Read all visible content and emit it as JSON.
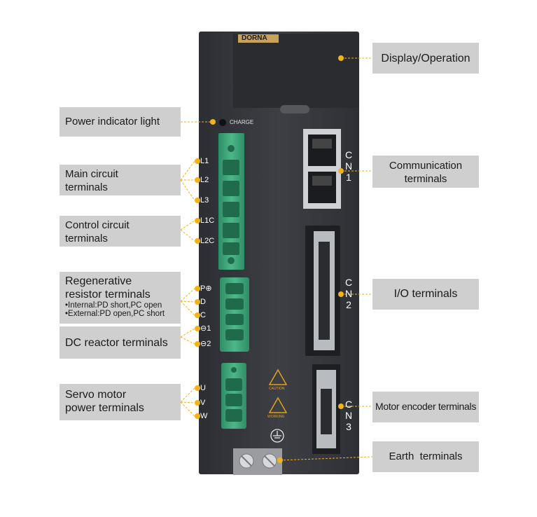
{
  "brand": "DORNA",
  "charge_label": "CHARGE",
  "caution_label": "CAUTION",
  "working_label": "WORKING",
  "colors": {
    "accent": "#f2b21a",
    "label_bg": "#cfcfcf",
    "body": "#393b40",
    "terminal": "#3aa57a"
  },
  "callouts": {
    "display": "Display/Operation",
    "power_light": "Power indicator light",
    "main_circuit": [
      "Main circuit",
      "terminals"
    ],
    "control_circuit": [
      "Control circuit",
      "terminals"
    ],
    "regen": [
      "Regenerative",
      "resistor terminals"
    ],
    "regen_notes": [
      "•Internal:PD short,PC open",
      "•External:PD open,PC short"
    ],
    "dc_reactor": "DC reactor terminals",
    "servo_motor": [
      "Servo motor",
      "power terminals"
    ],
    "communication": [
      "Communication",
      "terminals"
    ],
    "io": "I/O terminals",
    "encoder": "Motor encoder terminals",
    "earth": "Earth  terminals"
  },
  "pins": {
    "l1": "L1",
    "l2": "L2",
    "l3": "L3",
    "l1c": "L1C",
    "l2c": "L2C",
    "p": "P⊕",
    "d": "D",
    "c": "C",
    "n1": "⊖1",
    "n2": "⊖2",
    "u": "U",
    "v": "V",
    "w": "W"
  },
  "connectors": {
    "cn1": [
      "C",
      "N",
      "1"
    ],
    "cn2": [
      "C",
      "N",
      "2"
    ],
    "cn3": [
      "C",
      "N",
      "3"
    ]
  }
}
